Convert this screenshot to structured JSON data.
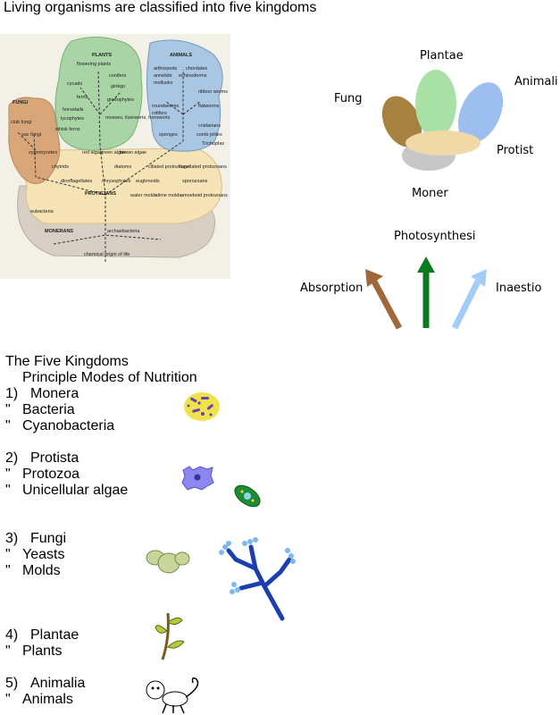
{
  "title": "Living organisms are classified into five kingdoms",
  "tree": {
    "groups": [
      "PLANTS",
      "ANIMALS",
      "FUNGI",
      "PROTISTANS",
      "MONERANS"
    ],
    "plants": [
      "flowering plants",
      "conifers",
      "cycads",
      "ginkgo",
      "ferns",
      "gnetophytes",
      "horsetails",
      "lycophytes",
      "mosses, liverworts, hornworts",
      "whisk ferns"
    ],
    "animals": [
      "arthropods",
      "chordates",
      "annelids",
      "echinoderms",
      "mollusks",
      "ribbon worms",
      "roundworms",
      "flatworms",
      "rotifers",
      "cnidarians",
      "sponges",
      "comb jellies",
      "Trichoplax"
    ],
    "fungi": [
      "club fungi",
      "sac fungi",
      "zygomycetes",
      "chytrids"
    ],
    "protists": [
      "red algae",
      "green algae",
      "brown algae",
      "diatoms",
      "ciliated protozoans",
      "flagellated protozoans",
      "dinoflagellates",
      "chrysophytes",
      "euglenoids",
      "sporozoans",
      "water molds",
      "slime molds",
      "amoeboid protozoans"
    ],
    "monerans": [
      "eubacteria",
      "archaebacteria"
    ],
    "origin": "chemical origin of life"
  },
  "kingdom_diagram": {
    "labels": {
      "plantae": "Plantae",
      "fungi": "Fung",
      "animali": "Animali",
      "protist": "Protist",
      "moner": "Moner"
    },
    "colors": {
      "fungi": "#a7813f",
      "plantae": "#a8e0a6",
      "animali": "#9dbff0",
      "protist": "#f0d9a6",
      "moner": "#c7c7c7"
    }
  },
  "nutrition": {
    "labels": {
      "photosynthesis": "Photosynthesi",
      "absorption": "Absorption",
      "ingestion": "Inaestio"
    },
    "colors": {
      "absorption": "#a0673b",
      "photosynthesis": "#0c7a1e",
      "ingestion": "#a2cdf8"
    }
  },
  "list": {
    "heading": "The Five Kingdoms",
    "subheading": "Principle Modes of Nutrition",
    "monera": {
      "num": "1)",
      "name": "Monera",
      "items": [
        "Bacteria",
        "Cyanobacteria"
      ]
    },
    "protista": {
      "num": "2)",
      "name": "Protista",
      "items": [
        "Protozoa",
        "Unicellular algae"
      ]
    },
    "fungi": {
      "num": "3)",
      "name": "Fungi",
      "items": [
        "Yeasts",
        "Molds"
      ]
    },
    "plantae": {
      "num": "4)",
      "name": "Plantae",
      "items": [
        "Plants"
      ]
    },
    "animalia": {
      "num": "5)",
      "name": "Animalia",
      "items": [
        "Animals"
      ]
    },
    "bullet": "\""
  }
}
